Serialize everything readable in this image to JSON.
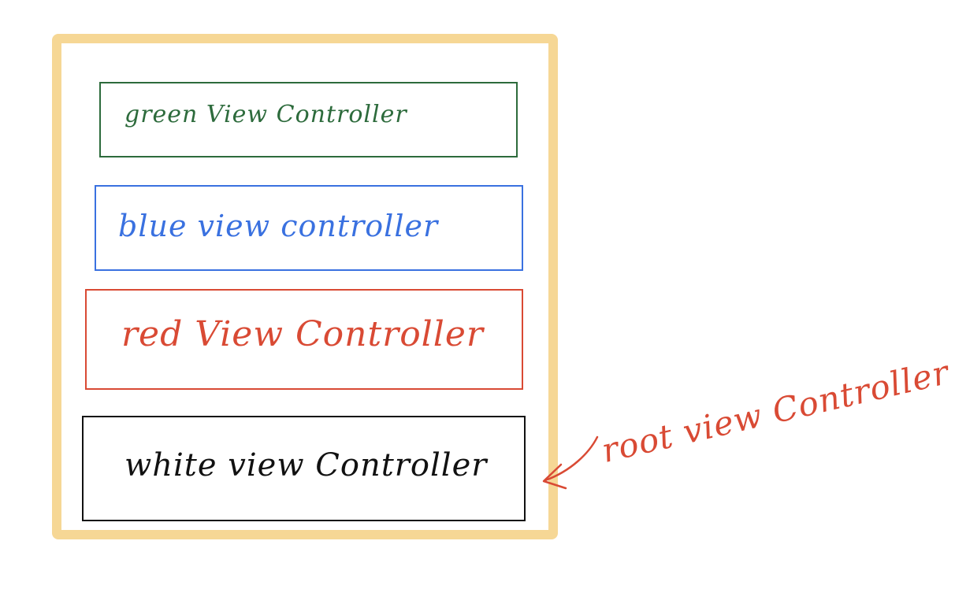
{
  "diagram": {
    "root": {
      "label": "root view Controller",
      "frame_color": "#f6d795",
      "label_color": "#d94a34"
    },
    "controllers": [
      {
        "label": "green View Controller",
        "color": "#2d6b3c"
      },
      {
        "label": "blue view controller",
        "color": "#3a71e0"
      },
      {
        "label": "red View Controller",
        "color": "#d94a34"
      },
      {
        "label": "white view Controller",
        "color": "#111111"
      }
    ]
  }
}
